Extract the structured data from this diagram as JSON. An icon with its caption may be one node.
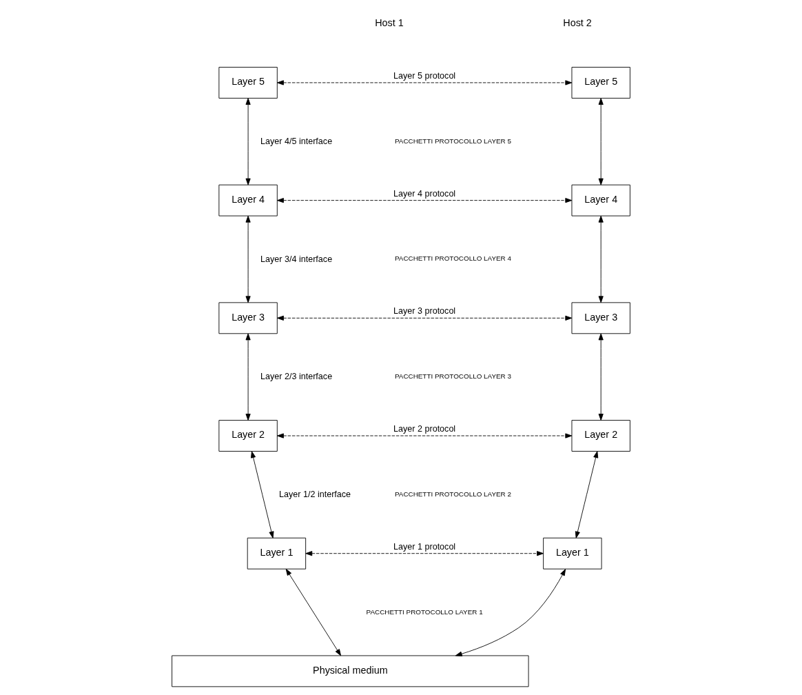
{
  "diagram": {
    "nodes": [
      {
        "text": [
          "Layer 5"
        ]
      },
      {
        "text": [
          "Layer 5"
        ]
      },
      {
        "text": [
          "Layer 4"
        ]
      },
      {
        "text": [
          "Layer 4"
        ]
      },
      {
        "text": [
          "Layer 3"
        ]
      },
      {
        "text": [
          "Layer 3"
        ]
      },
      {
        "text": [
          "Layer 2"
        ]
      },
      {
        "text": [
          "Layer 2"
        ]
      },
      {
        "text": [
          "Layer 1"
        ]
      },
      {
        "text": [
          "Layer 1"
        ]
      },
      {
        "text": [
          "Physical medium"
        ]
      }
    ],
    "edges": [
      {
        "from": 0,
        "to": 1,
        "arrow": "both",
        "style": "dashed",
        "label": "Layer 5 protocol"
      },
      {
        "from": 0,
        "to": 2,
        "arrow": "both",
        "label": "Layer 4/5 interface"
      },
      {
        "from": 1,
        "to": 3,
        "arrow": "both"
      },
      {
        "from": 2,
        "to": 3,
        "arrow": "both",
        "style": "dashed",
        "label": "Layer 4 protocol"
      },
      {
        "from": 2,
        "to": 4,
        "arrow": "both",
        "label": "Layer 3/4 interface"
      },
      {
        "from": 3,
        "to": 5,
        "arrow": "both"
      },
      {
        "from": 4,
        "to": 5,
        "arrow": "both",
        "style": "dashed",
        "label": "Layer 3 protocol"
      },
      {
        "from": 4,
        "to": 6,
        "arrow": "both",
        "label": "Layer 2/3 interface"
      },
      {
        "from": 5,
        "to": 7,
        "arrow": "both"
      },
      {
        "from": 6,
        "to": 7,
        "arrow": "both",
        "style": "dashed",
        "label": "Layer 2 protocol"
      },
      {
        "from": 6,
        "to": 8,
        "arrow": "both",
        "label": "Layer 1/2 interface"
      },
      {
        "from": 7,
        "to": 9,
        "arrow": "both"
      },
      {
        "from": 8,
        "to": 9,
        "arrow": "both",
        "style": "dashed",
        "label": "Layer 1 protocol"
      },
      {
        "from": 8,
        "to": 10,
        "arrow": "both"
      },
      {
        "from": 9,
        "to": 10,
        "arrow": "both"
      }
    ],
    "labels": [
      "Host 1",
      "Host 2",
      "PACCHETTI PROTOCOLLO LAYER 5",
      "PACCHETTI PROTOCOLLO LAYER 4",
      "PACCHETTI PROTOCOLLO LAYER 3",
      "PACCHETTI PROTOCOLLO LAYER 2",
      "PACCHETTI PROTOCOLLO LAYER 1"
    ]
  }
}
